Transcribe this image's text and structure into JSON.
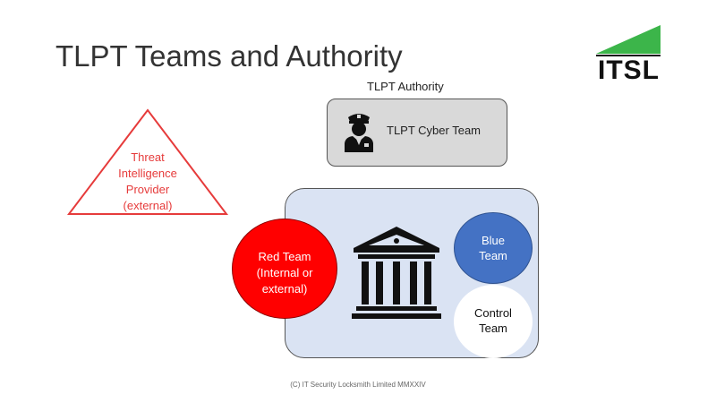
{
  "slide": {
    "title": "TLPT Teams and Authority",
    "logo_text": "ITSL",
    "copyright": "(C) IT Security Locksmith Limited MMXXIV"
  },
  "authority": {
    "label": "TLPT Authority",
    "box_label": "TLPT Cyber Team"
  },
  "threat_provider": {
    "lines": [
      "Threat",
      "Intelligence",
      "Provider",
      "(external)"
    ]
  },
  "red_team": {
    "lines": [
      "Red Team",
      "(Internal or",
      "external)"
    ]
  },
  "blue_team": {
    "lines": [
      "Blue",
      "Team"
    ]
  },
  "control_team": {
    "lines": [
      "Control",
      "Team"
    ]
  },
  "icons": {
    "authority_icon": "police-officer-icon",
    "organisation_icon": "bank-building-icon",
    "logo_icon": "green-triangle-logo"
  },
  "colors": {
    "logo_green": "#3cb54a",
    "threat_red": "#e63b3b",
    "red_team": "#ff0000",
    "blue_team": "#4472c4",
    "org_box": "#dae3f3",
    "authority_box": "#d9d9d9"
  }
}
